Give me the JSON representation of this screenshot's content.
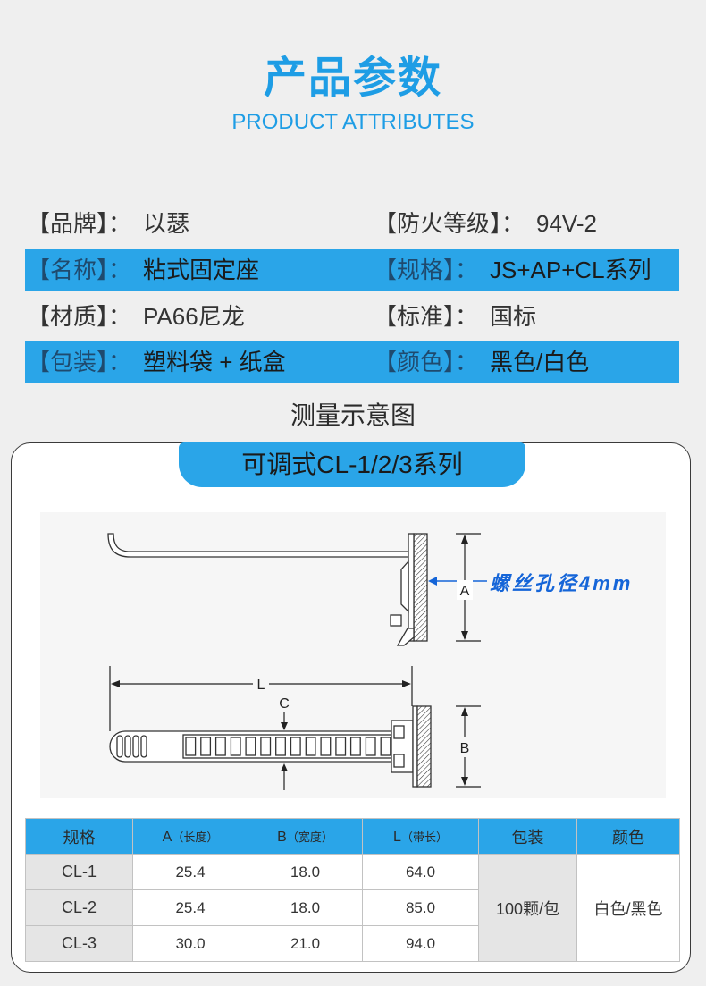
{
  "colors": {
    "accent": "#2aa5e8",
    "title_blue": "#1e9de5",
    "callout_blue": "#1565d8",
    "page_background": "#efefef"
  },
  "header": {
    "title": "产品参数",
    "subtitle": "PRODUCT ATTRIBUTES"
  },
  "attributes": [
    {
      "left": {
        "label": "【品牌】：",
        "value": "以瑟"
      },
      "right": {
        "label": "【防火等级】：",
        "value": "94V-2"
      }
    },
    {
      "left": {
        "label": "【名称】：",
        "value": "粘式固定座"
      },
      "right": {
        "label": "【规格】：",
        "value": "JS+AP+CL系列"
      }
    },
    {
      "left": {
        "label": "【材质】：",
        "value": "PA66尼龙"
      },
      "right": {
        "label": "【标准】：",
        "value": "国标"
      }
    },
    {
      "left": {
        "label": "【包装】：",
        "value": "塑料袋 + 纸盒"
      },
      "right": {
        "label": "【颜色】：",
        "value": "黑色/白色"
      }
    }
  ],
  "section_title": "测量示意图",
  "card": {
    "tab_title": "可调式CL-1/2/3系列"
  },
  "diagram": {
    "callout": "螺丝孔径4mm",
    "dim_a": "A",
    "dim_b": "B",
    "dim_c": "C",
    "dim_l": "L"
  },
  "table": {
    "headers": [
      {
        "main": "规格"
      },
      {
        "main": "A",
        "sub": "（长度）"
      },
      {
        "main": "B",
        "sub": "（宽度）"
      },
      {
        "main": "L",
        "sub": "（带长）"
      },
      {
        "main": "包装"
      },
      {
        "main": "颜色"
      }
    ],
    "rows": [
      {
        "model": "CL-1",
        "a": "25.4",
        "b": "18.0",
        "l": "64.0"
      },
      {
        "model": "CL-2",
        "a": "25.4",
        "b": "18.0",
        "l": "85.0"
      },
      {
        "model": "CL-3",
        "a": "30.0",
        "b": "21.0",
        "l": "94.0"
      }
    ],
    "packaging": "100颗/包",
    "color": "白色/黑色"
  }
}
